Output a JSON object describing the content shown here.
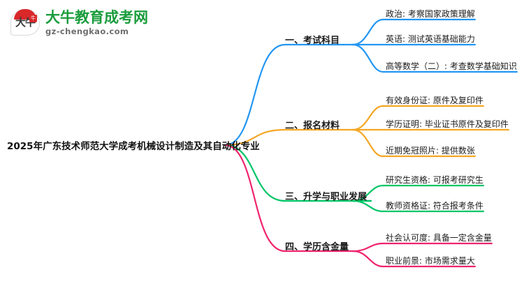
{
  "logo": {
    "mark_text": "大牛",
    "seal_text": "牛",
    "title": "大牛教育成考网",
    "subtitle": "gz-chengkao.com",
    "title_color": "#1a9c3c",
    "accent_color": "#d9282a"
  },
  "mindmap": {
    "root": {
      "label": "2025年广东技术师范大学成考机械设计制造及其自动化专业"
    },
    "branches": [
      {
        "label": "一、考试科目",
        "color": "#2196f3",
        "children": [
          {
            "label": "政治: 考察国家政策理解"
          },
          {
            "label": "英语: 测试英语基础能力"
          },
          {
            "label": "高等数学（二）: 考查数学基础知识"
          }
        ]
      },
      {
        "label": "二、报名材料",
        "color": "#f5a623",
        "children": [
          {
            "label": "有效身份证: 原件及复印件"
          },
          {
            "label": "学历证明: 毕业证书原件及复印件"
          },
          {
            "label": "近期免冠照片: 提供数张"
          }
        ]
      },
      {
        "label": "三、升学与职业发展",
        "color": "#00c566",
        "children": [
          {
            "label": "研究生资格: 可报考研究生"
          },
          {
            "label": "教师资格证: 符合报考条件"
          }
        ]
      },
      {
        "label": "四、学历含金量",
        "color": "#f0246e",
        "children": [
          {
            "label": "社会认可度: 具备一定含金量"
          },
          {
            "label": "职业前景: 市场需求量大"
          }
        ]
      }
    ]
  }
}
